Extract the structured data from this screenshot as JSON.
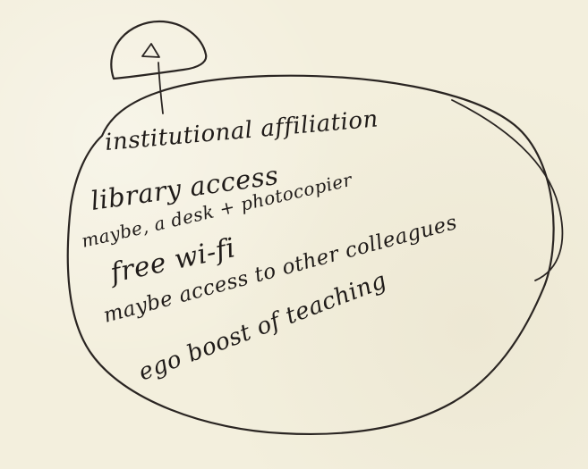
{
  "diagram": {
    "lines": [
      "institutional affiliation",
      "library access",
      "maybe, a desk + photocopier",
      "free wi-fi",
      "maybe access to other colleagues",
      "ego boost of teaching"
    ]
  }
}
